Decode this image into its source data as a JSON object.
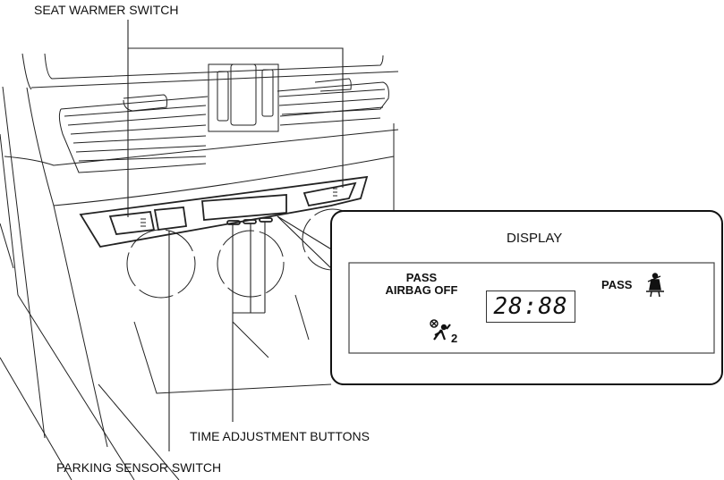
{
  "labels": {
    "seat_warmer_switch": "SEAT WARMER SWITCH",
    "time_adjustment_buttons": "TIME ADJUSTMENT BUTTONS",
    "parking_sensor_switch": "PARKING SENSOR SWITCH"
  },
  "display": {
    "title": "DISPLAY",
    "airbag_line1": "PASS",
    "airbag_line2": "AIRBAG OFF",
    "clock": "28:88",
    "seatbelt_label": "PASS",
    "airbag_icon_subscript": "2"
  }
}
